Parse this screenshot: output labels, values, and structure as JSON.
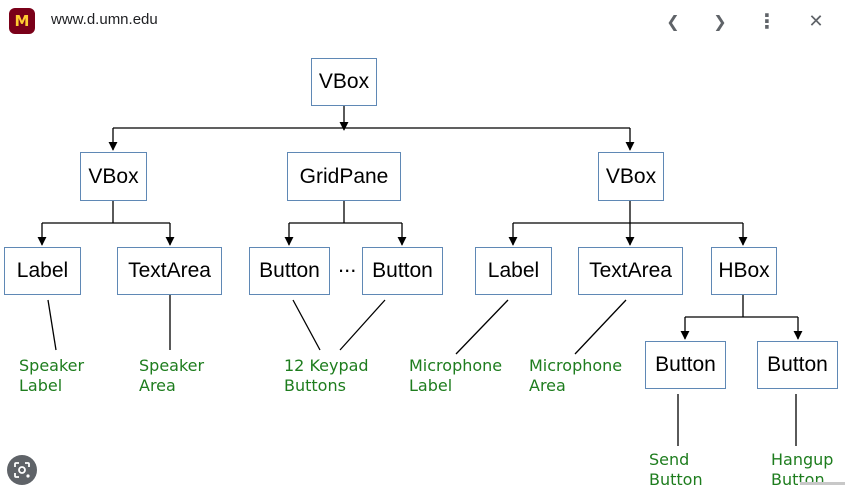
{
  "browser": {
    "favicon_text": "M",
    "url": "www.d.umn.edu",
    "icons": [
      "back-icon",
      "forward-icon",
      "more-vertical-icon",
      "close-icon"
    ],
    "back_glyph": "❮",
    "forward_glyph": "❯",
    "more_glyph": "⋮",
    "close_glyph": "✕"
  },
  "diagram": {
    "nodes": {
      "root_vbox": "VBox",
      "left_vbox": "VBox",
      "gridpane": "GridPane",
      "right_vbox": "VBox",
      "left_label": "Label",
      "left_textarea": "TextArea",
      "grid_button_1": "Button",
      "grid_button_2": "Button",
      "right_label": "Label",
      "right_textarea": "TextArea",
      "hbox": "HBox",
      "send_button": "Button",
      "hangup_button": "Button"
    },
    "ellipsis": "...",
    "annotations": {
      "speaker_label": "Speaker\nLabel",
      "speaker_area": "Speaker\nArea",
      "keypad_buttons": "12 Keypad\nButtons",
      "microphone_label": "Microphone\nLabel",
      "microphone_area": "Microphone\nArea",
      "send_button": "Send\nButton",
      "hangup_button": "Hangup\nButton"
    },
    "colors": {
      "node_border": "#5f88b5",
      "annotation_text": "#1e7d1e",
      "connector": "#000000"
    }
  },
  "overlay": {
    "lens_icon": "google-lens-icon"
  }
}
